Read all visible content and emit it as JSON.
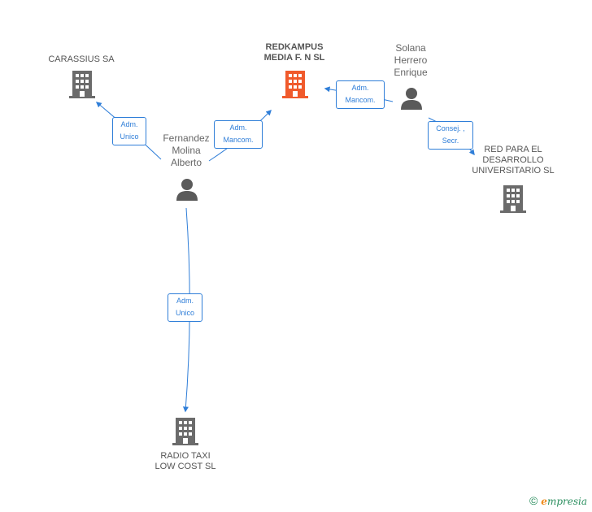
{
  "colors": {
    "edge": "#2f7ed8",
    "building_main": "#f05a2c",
    "building": "#6b6b6b",
    "person": "#5a5a5a"
  },
  "nodes": {
    "main_company": {
      "lines": [
        "REDKAMPUS",
        "MEDIA F.  N SL"
      ],
      "icon": "building-icon"
    },
    "carassius": {
      "lines": [
        "CARASSIUS SA"
      ],
      "icon": "building-icon"
    },
    "red_para": {
      "lines": [
        "RED PARA EL",
        "DESARROLLO",
        "UNIVERSITARIO SL"
      ],
      "icon": "building-icon"
    },
    "radio_taxi": {
      "lines": [
        "RADIO TAXI",
        "LOW COST  SL"
      ],
      "icon": "building-icon"
    },
    "fernandez": {
      "lines": [
        "Fernandez",
        "Molina",
        "Alberto"
      ],
      "icon": "person-icon"
    },
    "solana": {
      "lines": [
        "Solana",
        "Herrero",
        "Enrique"
      ],
      "icon": "person-icon"
    }
  },
  "edges": [
    {
      "id": "fernandez-carassius",
      "lines": [
        "Adm.",
        "Unico"
      ]
    },
    {
      "id": "fernandez-main",
      "lines": [
        "Adm.",
        "Mancom."
      ]
    },
    {
      "id": "solana-main",
      "lines": [
        "Adm.",
        "Mancom."
      ]
    },
    {
      "id": "solana-redpara",
      "lines": [
        "Consej. ,",
        "Secr."
      ]
    },
    {
      "id": "fernandez-radiotaxi",
      "lines": [
        "Adm.",
        "Unico"
      ]
    }
  ],
  "footer": {
    "copyright_symbol": "©",
    "brand_initial": "e",
    "brand_rest": "mpresia"
  }
}
